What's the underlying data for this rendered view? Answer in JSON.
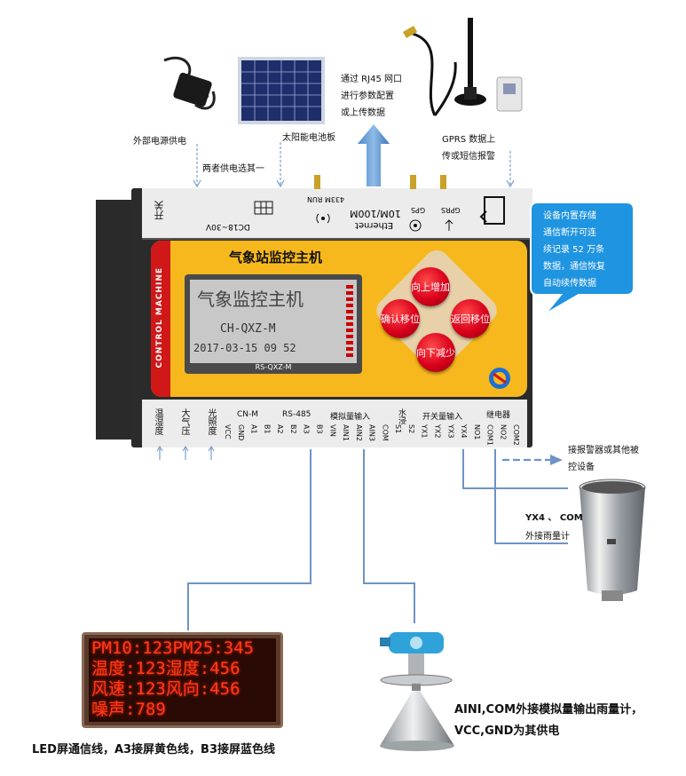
{
  "captions": {
    "external_power": "外部电源供电",
    "solar_panel": "太阳能电池板",
    "choose_one": "两者供电选其一",
    "rj45_line1": "通过 RJ45 网口",
    "rj45_line2": "进行参数配置",
    "rj45_line3": "或上传数据",
    "gprs_line1": "GPRS 数据上",
    "gprs_line2": "传或短信报警",
    "storage_bubble": [
      "设备内置存储",
      "通信断开可连",
      "续记录 52 万条",
      "数据，通信恢复",
      "自动续传数据"
    ],
    "alarm_device_line1": "接报警器或其他被",
    "alarm_device_line2": "控设备",
    "rain_gauge_line1": "YX4 、 COM",
    "rain_gauge_line2": "外接雨量计",
    "analog_line1": "AINI,COM外接模拟量输出雨量计，",
    "analog_line2": "VCC,GND为其供电",
    "led_caption": "LED屏通信线，A3接屏黄色线，B3接屏蓝色线"
  },
  "device": {
    "title": "气象站监控主机",
    "side_label": "CONTROL MACHINE",
    "lcd_title": "气象监控主机",
    "lcd_model": "CH-QXZ-M",
    "lcd_datetime": "2017-03-15 09 52",
    "model_label": "RS-QXZ-M",
    "top_labels": {
      "switch": "开关",
      "dc": "DC18~30V",
      "run": "433M RUN",
      "ethernet": "Ethernet",
      "ethernet_speed": "10M/100M",
      "gps": "GPS",
      "gprs": "GPRS"
    },
    "buttons": {
      "up": "向上增加",
      "confirm": "确认移位",
      "back": "返回移位",
      "down": "向下减少"
    },
    "bottom_groups": {
      "temp_humidity": "温湿度",
      "pressure": "大气压",
      "illuminance": "光照度",
      "cn_m": "CN-M",
      "rs485": "RS-485",
      "analog_input": "模拟量输入",
      "water_immersion": "水浸",
      "switch_input": "开关量输入",
      "relay": "继电器"
    },
    "terminals": [
      "VCC",
      "GND",
      "A1",
      "B1",
      "A2",
      "B2",
      "A3",
      "B3",
      "VIN",
      "AIN1",
      "AIN2",
      "AIN3",
      "COM",
      "S1",
      "S2",
      "YX1",
      "YX2",
      "YX3",
      "YX4",
      "NO1",
      "COM1",
      "NO2",
      "COM2"
    ]
  },
  "led_screen": {
    "rows": [
      "PM10:123PM25:345",
      "温度:123湿度:456",
      "风速:123风向:456",
      "噪声:789"
    ]
  },
  "colors": {
    "device_yellow": "#f6b81c",
    "device_dark": "#2b2b2b",
    "led_red": "#ff3a1a",
    "button_red": "#d9001b",
    "bubble_blue": "#1f94e0",
    "connector_line": "#6e93c6"
  }
}
